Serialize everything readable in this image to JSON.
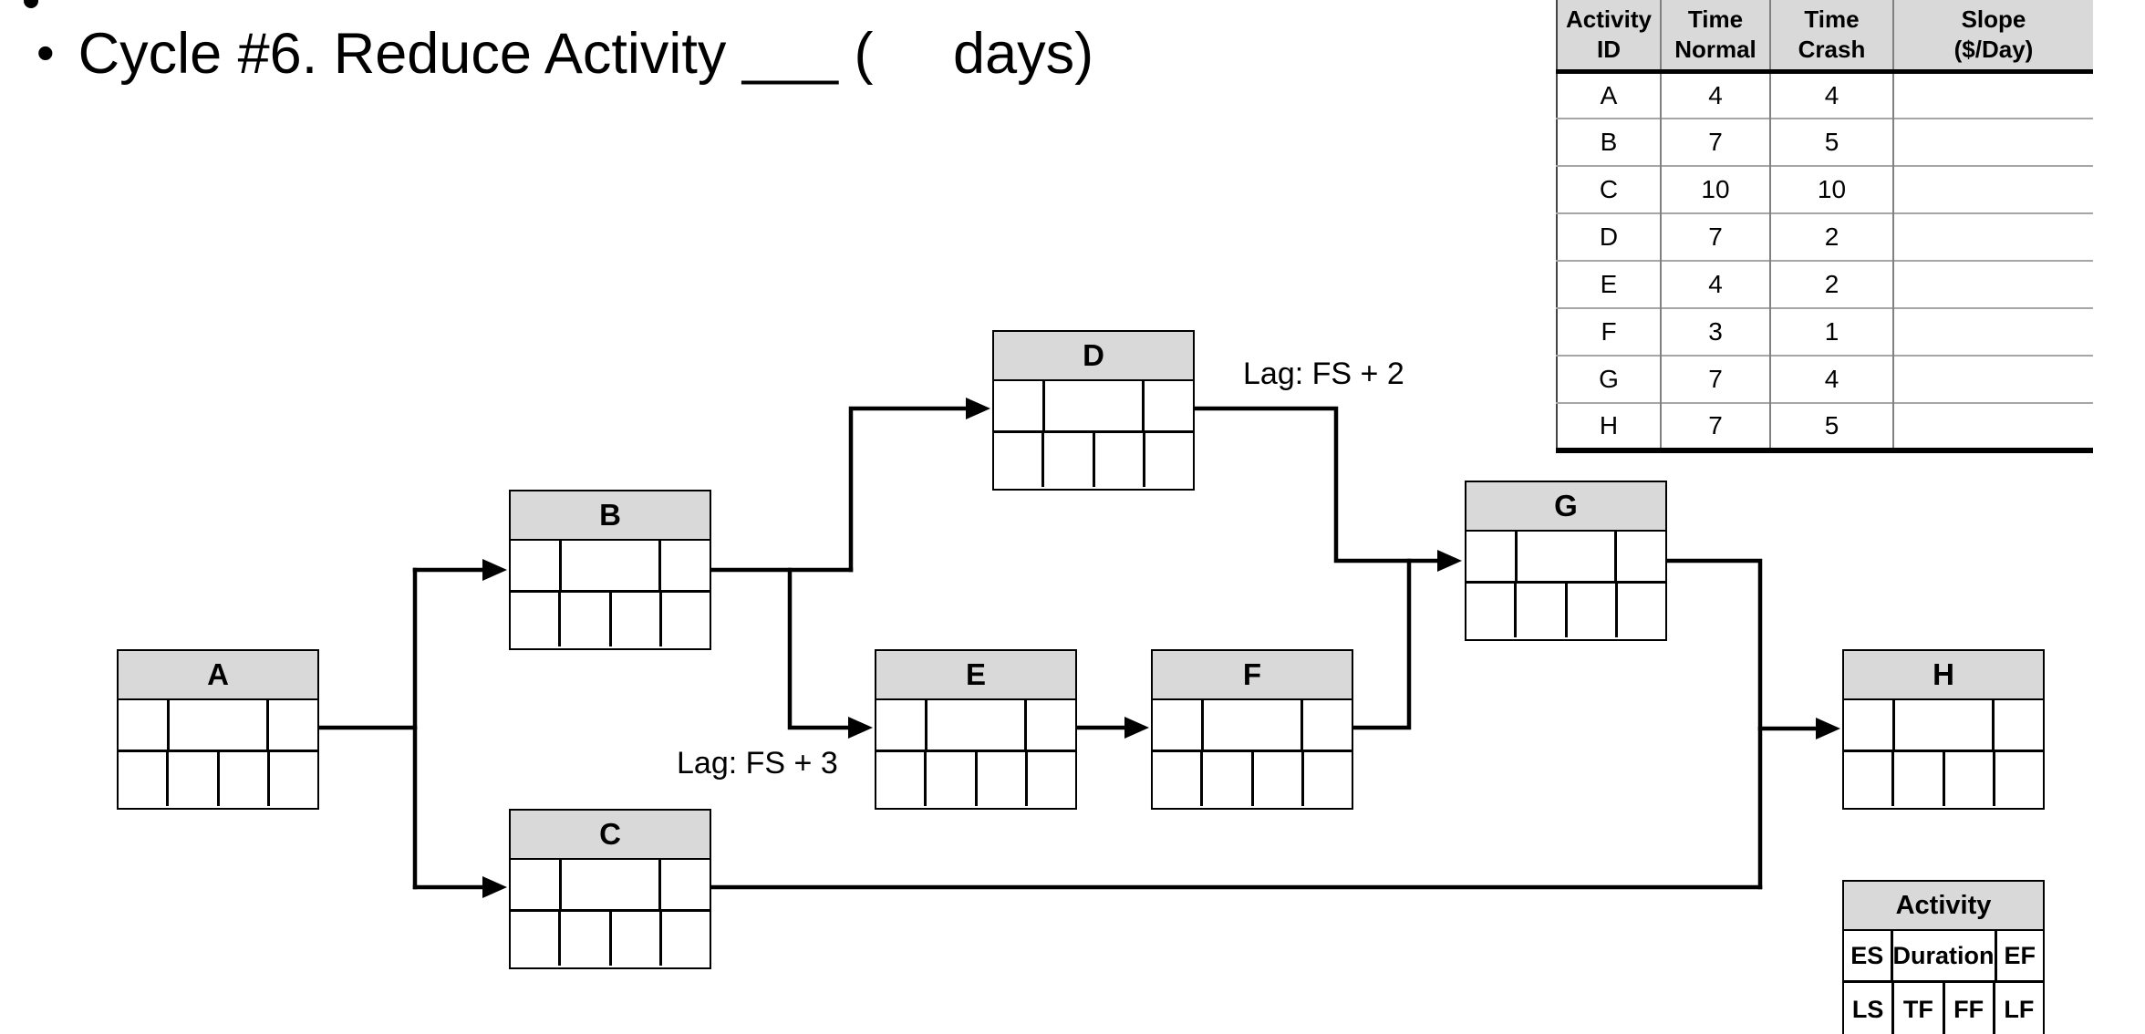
{
  "title": {
    "bullet": "•",
    "text": "Cycle #6. Reduce Activity ___ (     days)"
  },
  "crash_table": {
    "headers": [
      {
        "line1": "Activity",
        "line2": "ID"
      },
      {
        "line1": "Time",
        "line2": "Normal"
      },
      {
        "line1": "Time",
        "line2": "Crash"
      },
      {
        "line1": "Slope",
        "line2": "($/Day)"
      }
    ],
    "rows": [
      {
        "id": "A",
        "normal": "4",
        "crash": "4",
        "slope": ""
      },
      {
        "id": "B",
        "normal": "7",
        "crash": "5",
        "slope": ""
      },
      {
        "id": "C",
        "normal": "10",
        "crash": "10",
        "slope": ""
      },
      {
        "id": "D",
        "normal": "7",
        "crash": "2",
        "slope": ""
      },
      {
        "id": "E",
        "normal": "4",
        "crash": "2",
        "slope": ""
      },
      {
        "id": "F",
        "normal": "3",
        "crash": "1",
        "slope": ""
      },
      {
        "id": "G",
        "normal": "7",
        "crash": "4",
        "slope": ""
      },
      {
        "id": "H",
        "normal": "7",
        "crash": "5",
        "slope": ""
      }
    ]
  },
  "network": {
    "nodes": [
      {
        "id": "A",
        "label": "A"
      },
      {
        "id": "B",
        "label": "B"
      },
      {
        "id": "C",
        "label": "C"
      },
      {
        "id": "D",
        "label": "D"
      },
      {
        "id": "E",
        "label": "E"
      },
      {
        "id": "F",
        "label": "F"
      },
      {
        "id": "G",
        "label": "G"
      },
      {
        "id": "H",
        "label": "H"
      }
    ],
    "edges": [
      {
        "from": "A",
        "to": "B"
      },
      {
        "from": "A",
        "to": "C"
      },
      {
        "from": "B",
        "to": "D"
      },
      {
        "from": "B",
        "to": "E",
        "lag": "Lag: FS + 3"
      },
      {
        "from": "E",
        "to": "F"
      },
      {
        "from": "D",
        "to": "G",
        "lag": "Lag: FS + 2"
      },
      {
        "from": "F",
        "to": "G"
      },
      {
        "from": "G",
        "to": "H"
      },
      {
        "from": "C",
        "to": "H"
      }
    ],
    "lag_b_e": "Lag: FS + 3",
    "lag_d_g": "Lag: FS + 2"
  },
  "legend": {
    "title": "Activity",
    "es": "ES",
    "duration": "Duration",
    "ef": "EF",
    "ls": "LS",
    "tf": "TF",
    "ff": "FF",
    "lf": "LF"
  }
}
